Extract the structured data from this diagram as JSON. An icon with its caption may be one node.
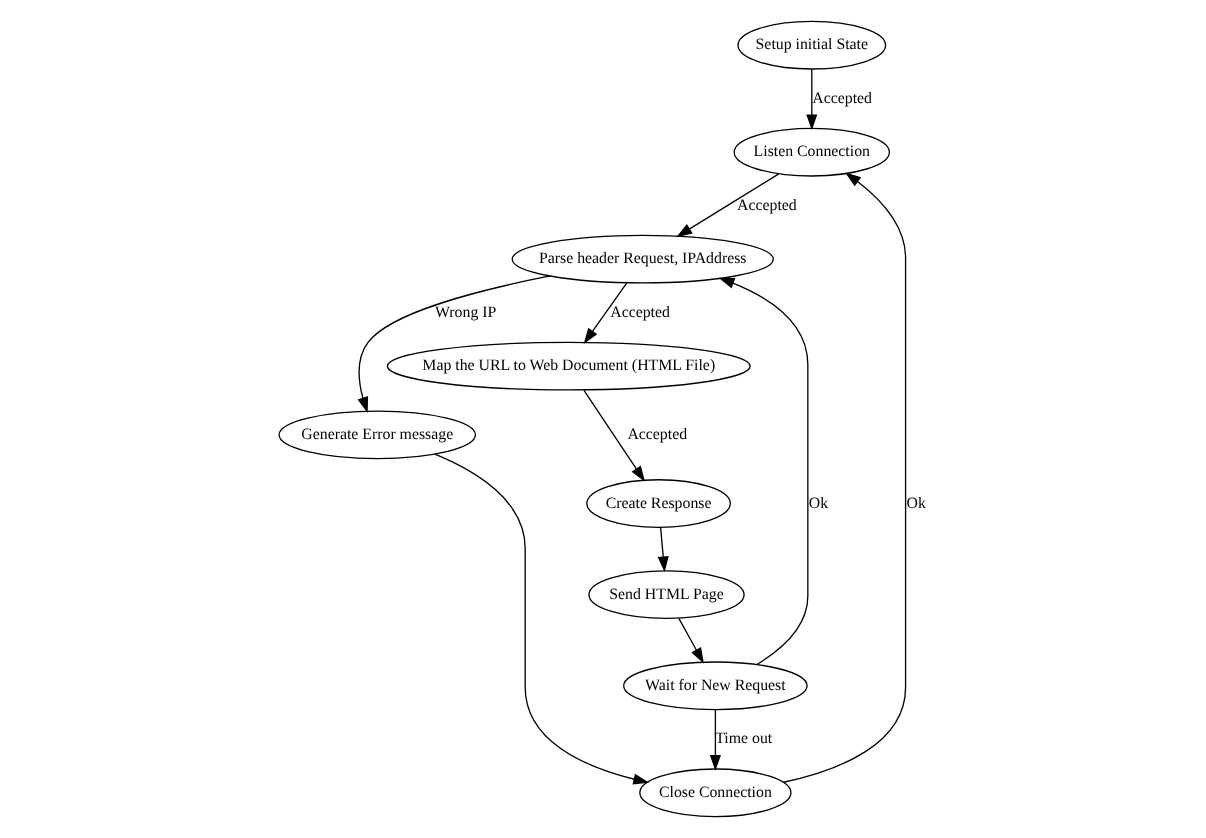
{
  "diagram": {
    "nodes": [
      {
        "text": [
          "Setup initial State"
        ]
      },
      {
        "text": [
          "Listen Connection"
        ]
      },
      {
        "text": [
          "Parse header Request, IPAddress"
        ]
      },
      {
        "text": [
          "Generate Error message"
        ]
      },
      {
        "text": [
          "Map the URL to Web Document (HTML File)"
        ]
      },
      {
        "text": [
          "Close Connection"
        ]
      },
      {
        "text": [
          "Wait for New Request"
        ]
      },
      {
        "text": [
          "Send HTML Page"
        ]
      },
      {
        "text": [
          "Create Response"
        ]
      }
    ],
    "edges": [
      {
        "from": 0,
        "to": 1,
        "arrow": "to",
        "label": "Accepted"
      },
      {
        "from": 1,
        "to": 2,
        "arrow": "to",
        "label": "Accepted"
      },
      {
        "from": 2,
        "to": 3,
        "arrow": "to",
        "label": "Wrong IP"
      },
      {
        "from": 3,
        "to": 5,
        "arrow": "to"
      },
      {
        "from": 5,
        "to": 1,
        "arrow": "to",
        "label": "Ok"
      },
      {
        "from": 2,
        "to": 4,
        "arrow": "to",
        "label": "Accepted"
      },
      {
        "from": 4,
        "to": 8,
        "arrow": "to",
        "label": "Accepted"
      },
      {
        "from": 8,
        "to": 7,
        "arrow": "to"
      },
      {
        "from": 7,
        "to": 6,
        "arrow": "to"
      },
      {
        "from": 6,
        "to": 2,
        "arrow": "to",
        "label": "Ok"
      },
      {
        "from": 6,
        "to": 5,
        "arrow": "to",
        "label": "Time out"
      }
    ]
  }
}
